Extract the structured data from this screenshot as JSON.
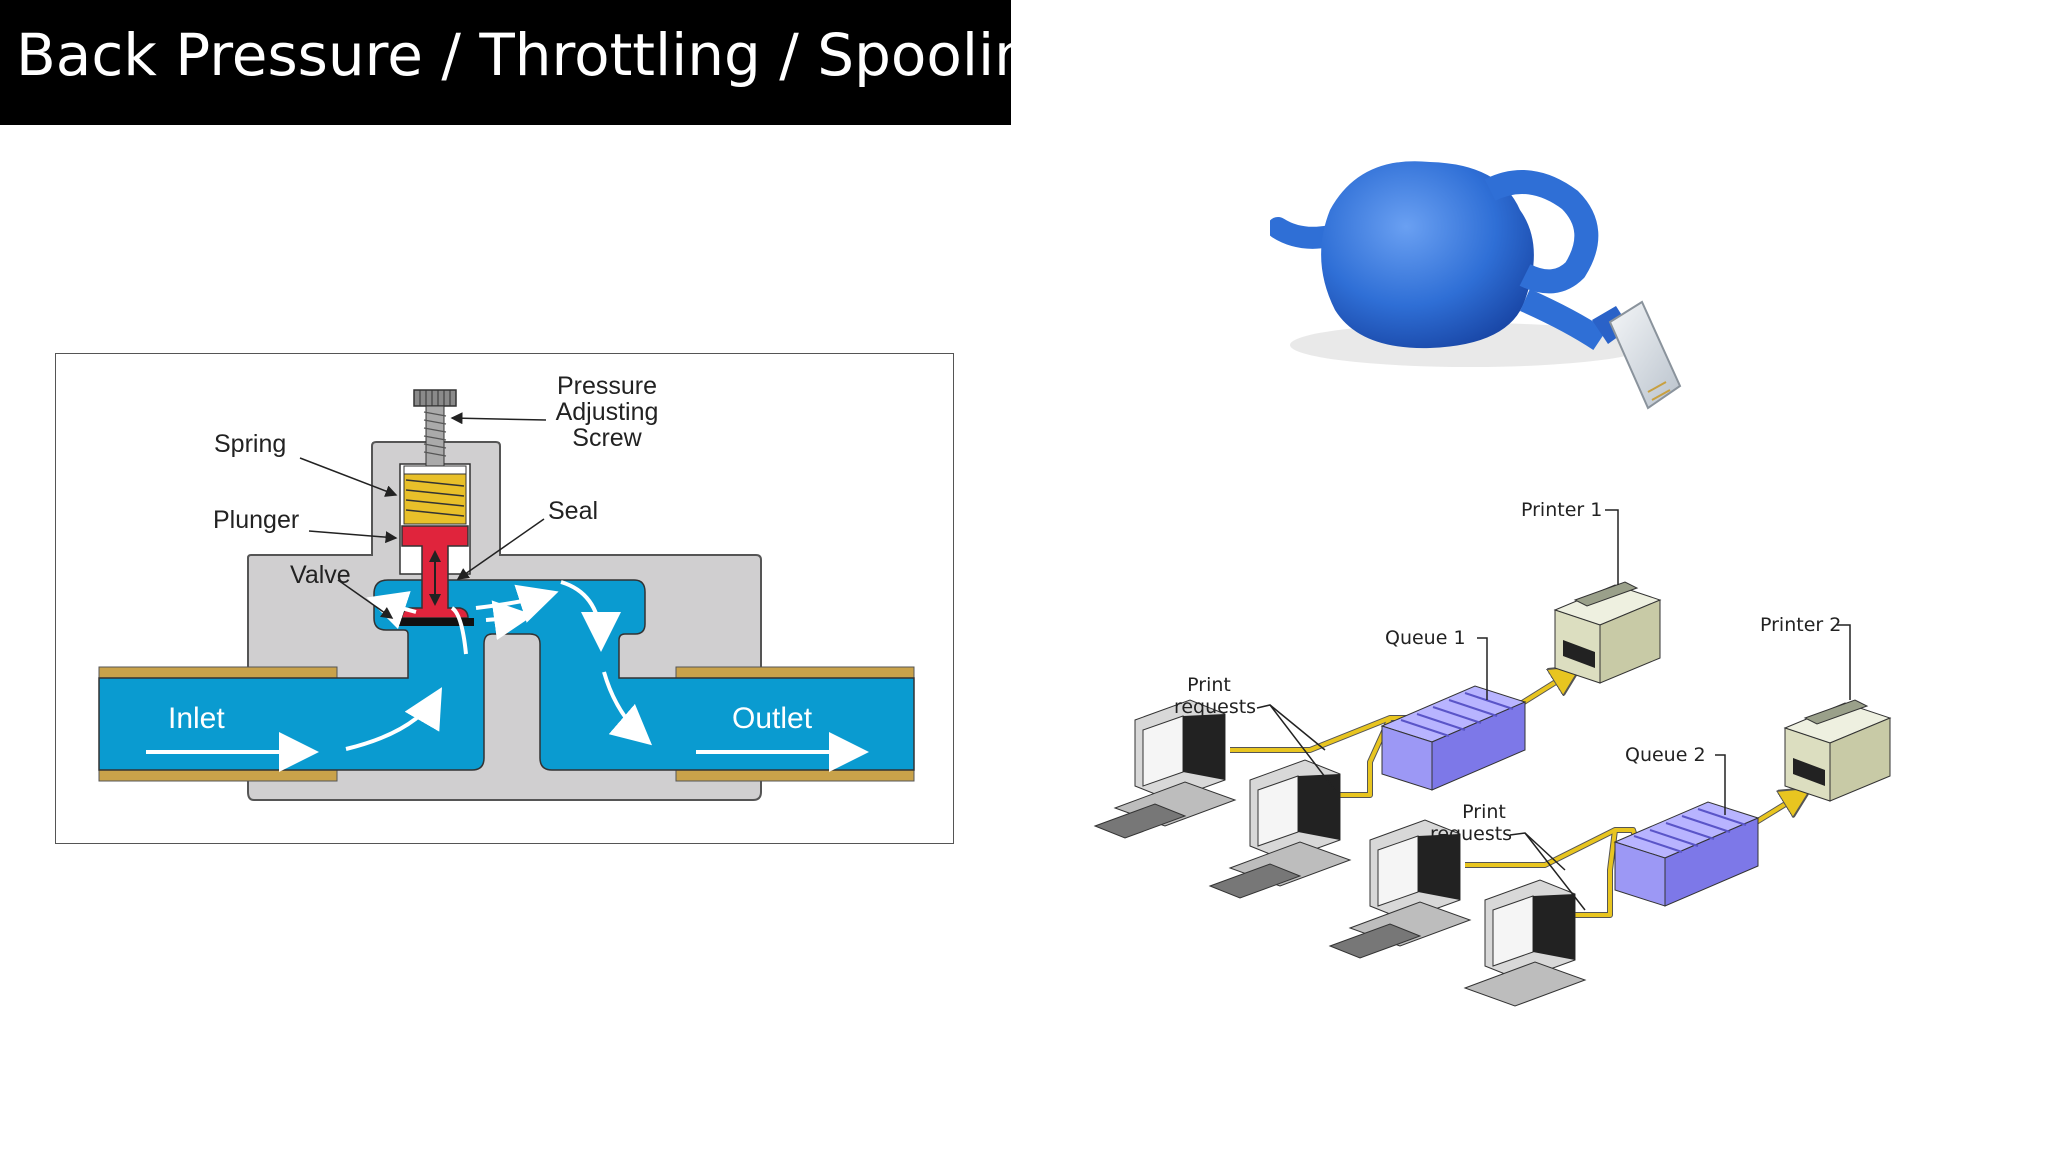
{
  "slide": {
    "title": "Back Pressure / Throttling / Spooling"
  },
  "valve_diagram": {
    "labels": {
      "pressure_adjusting_screw": [
        "Pressure",
        "Adjusting",
        "Screw"
      ],
      "spring": "Spring",
      "plunger": "Plunger",
      "seal": "Seal",
      "valve": "Valve",
      "inlet": "Inlet",
      "outlet": "Outlet"
    },
    "colors": {
      "fluid": "#0a9bd0",
      "body": "#d0cfd0",
      "plunger": "#e0243c",
      "spring": "#e8c02a",
      "pipe_wall": "#c9a24a"
    }
  },
  "cable_image": {
    "icon": "knotted-network-cable",
    "color": "#2f6fd6"
  },
  "spool_diagram": {
    "printer_1": "Printer 1",
    "printer_2": "Printer 2",
    "queue_1": "Queue 1",
    "queue_2": "Queue 2",
    "print_requests_a": [
      "Print",
      "requests"
    ],
    "print_requests_b": [
      "Print",
      "requests"
    ],
    "colors": {
      "queue": "#8b86f0",
      "connector": "#e8c520"
    }
  }
}
